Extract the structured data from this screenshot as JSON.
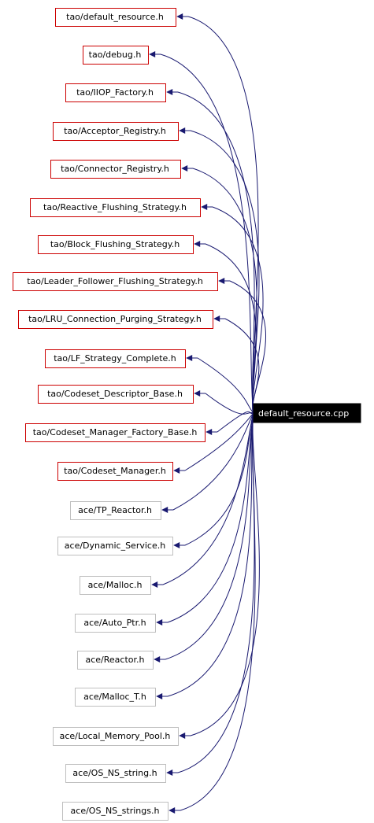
{
  "source": {
    "label": "default_resource.cpp"
  },
  "includes": [
    {
      "label": "tao/default_resource.h",
      "documented": true
    },
    {
      "label": "tao/debug.h",
      "documented": true
    },
    {
      "label": "tao/IIOP_Factory.h",
      "documented": true
    },
    {
      "label": "tao/Acceptor_Registry.h",
      "documented": true
    },
    {
      "label": "tao/Connector_Registry.h",
      "documented": true
    },
    {
      "label": "tao/Reactive_Flushing_Strategy.h",
      "documented": true
    },
    {
      "label": "tao/Block_Flushing_Strategy.h",
      "documented": true
    },
    {
      "label": "tao/Leader_Follower_Flushing_Strategy.h",
      "documented": true
    },
    {
      "label": "tao/LRU_Connection_Purging_Strategy.h",
      "documented": true
    },
    {
      "label": "tao/LF_Strategy_Complete.h",
      "documented": true
    },
    {
      "label": "tao/Codeset_Descriptor_Base.h",
      "documented": true
    },
    {
      "label": "tao/Codeset_Manager_Factory_Base.h",
      "documented": true
    },
    {
      "label": "tao/Codeset_Manager.h",
      "documented": true
    },
    {
      "label": "ace/TP_Reactor.h",
      "documented": false
    },
    {
      "label": "ace/Dynamic_Service.h",
      "documented": false
    },
    {
      "label": "ace/Malloc.h",
      "documented": false
    },
    {
      "label": "ace/Auto_Ptr.h",
      "documented": false
    },
    {
      "label": "ace/Reactor.h",
      "documented": false
    },
    {
      "label": "ace/Malloc_T.h",
      "documented": false
    },
    {
      "label": "ace/Local_Memory_Pool.h",
      "documented": false
    },
    {
      "label": "ace/OS_NS_string.h",
      "documented": false
    },
    {
      "label": "ace/OS_NS_strings.h",
      "documented": false
    }
  ],
  "colors": {
    "documented_border": "#cc0000",
    "undocumented_border": "#bfbfbf",
    "edge": "#191970",
    "root_fill": "#000000",
    "root_text": "#ffffff"
  }
}
